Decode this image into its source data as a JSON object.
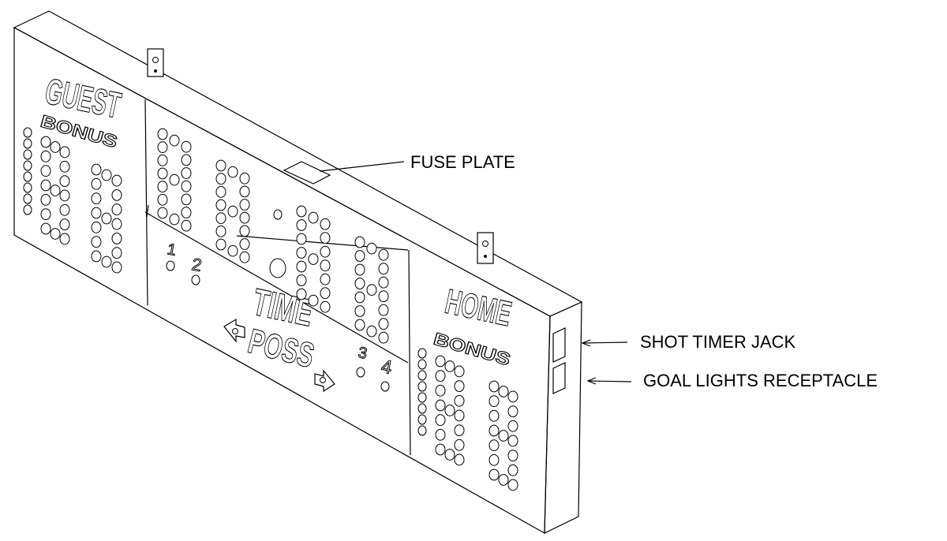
{
  "callouts": {
    "fuse_plate": "FUSE PLATE",
    "shot_timer_jack": "SHOT TIMER JACK",
    "goal_lights_receptacle": "GOAL LIGHTS RECEPTACLE"
  },
  "panel_labels": {
    "guest": "GUEST",
    "home": "HOME",
    "bonus": "BONUS",
    "time": "TIME",
    "poss": "POSS",
    "period_1": "1",
    "period_2": "2",
    "period_3": "3",
    "period_4": "4"
  }
}
